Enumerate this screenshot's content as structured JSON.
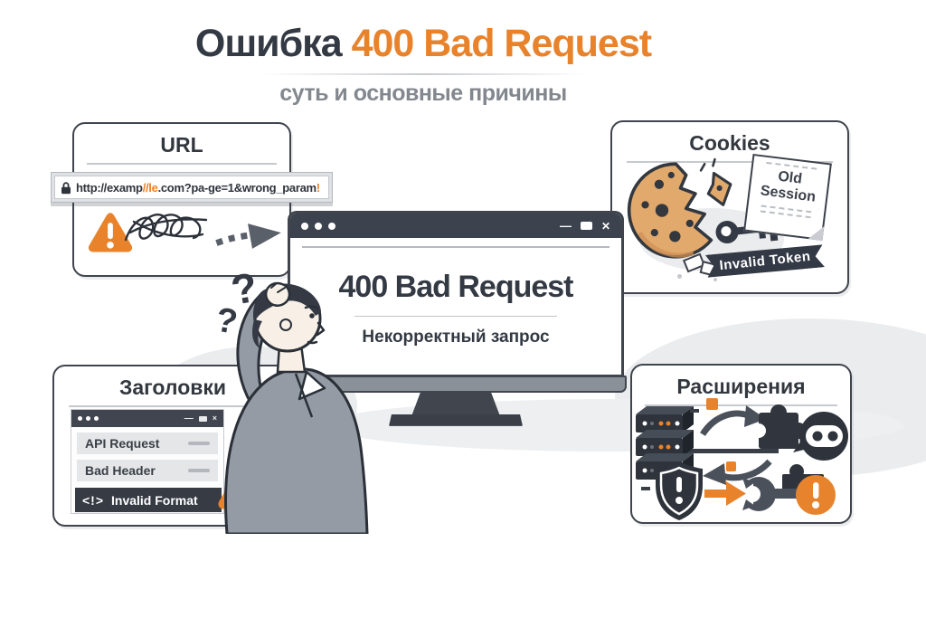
{
  "header": {
    "title_prefix": "Ошибка",
    "title_highlight": "400 Bad Request",
    "subtitle": "суть и основные причины"
  },
  "monitor": {
    "error_code_title": "400 Bad Request",
    "error_subtitle": "Некорректный запрос",
    "minimize_glyph": "—",
    "close_glyph": "✕"
  },
  "cards": {
    "url": {
      "title": "URL",
      "address": {
        "scheme": "http://examp",
        "error_fragment": "//le",
        "path": ".com?pa-ge=1&wrong_param",
        "error_mark": "!"
      }
    },
    "cookies": {
      "title": "Cookies",
      "note": {
        "line1": "Old",
        "line2": "Session"
      },
      "banner_label": "Invalid Token"
    },
    "headers": {
      "title": "Заголовки",
      "rows": [
        {
          "label": "API Request"
        },
        {
          "label": "Bad Header"
        }
      ],
      "error_row": {
        "icon_glyph": "<!>",
        "label": "Invalid Format"
      },
      "minimize_glyph": "—",
      "close_glyph": "×"
    },
    "extensions": {
      "title": "Расширения"
    }
  },
  "person": {
    "question_mark_large": "?",
    "question_mark_small": "?"
  },
  "icons": {
    "lock-icon": "padlock",
    "warning-triangle-icon": "orange triangle with !",
    "tangle-icon": "scribbled knot",
    "dashed-arrow-icon": "dashed arrow right",
    "cookie-icon": "broken cookie",
    "key-icon": "key",
    "server-icon": "server rack",
    "puzzle-icon": "puzzle piece",
    "ninja-icon": "masked intruder",
    "shield-alert-icon": "shield with !",
    "wrench-icon": "wrench claw",
    "alert-circle-icon": "orange circle with !"
  },
  "colors": {
    "accent_orange": "#E8822B",
    "alert_orange": "#E8832D",
    "charcoal": "#343A44",
    "cookie_tan": "#E2A96D",
    "soft_gray": "#EAECEE"
  }
}
